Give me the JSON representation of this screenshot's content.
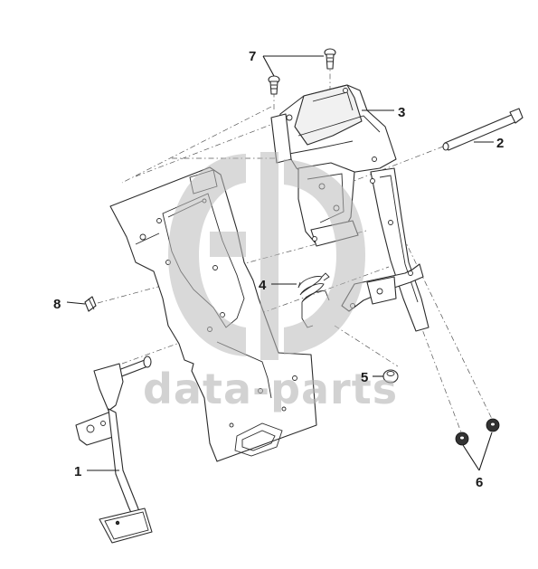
{
  "diagram": {
    "callouts": [
      {
        "number": "1"
      },
      {
        "number": "2"
      },
      {
        "number": "3"
      },
      {
        "number": "4"
      },
      {
        "number": "5"
      },
      {
        "number": "6"
      },
      {
        "number": "7"
      },
      {
        "number": "8"
      }
    ],
    "watermark": {
      "text": "data-parts"
    }
  }
}
